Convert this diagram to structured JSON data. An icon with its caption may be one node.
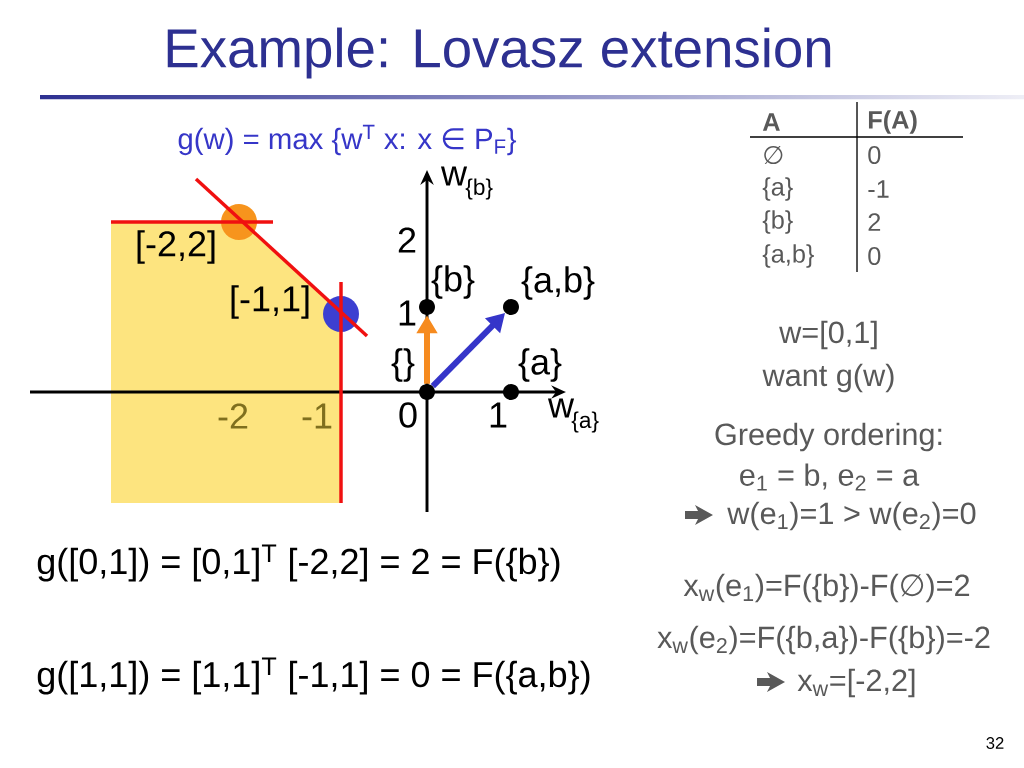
{
  "diagram": {
    "title": "Example: Lovasz extension",
    "nodes": [
      {
        "text": [],
        "shape": "circle",
        "beside": [
          "{b}"
        ]
      },
      {
        "text": [],
        "shape": "circle",
        "beside": [
          "{a,b}"
        ]
      },
      {
        "text": [],
        "shape": "circle",
        "beside": [
          "{}"
        ]
      },
      {
        "text": [],
        "shape": "circle",
        "beside": [
          "{a}"
        ]
      }
    ],
    "edges": [
      {
        "from": 2,
        "to": 0,
        "arrow": "to",
        "color": "#f68b1f"
      },
      {
        "from": 2,
        "to": 1,
        "arrow": "to",
        "color": "#3535c9"
      }
    ],
    "labels": [
      "g(w) = max {w$^{T}$ x: x ∈ P$_{F}$}",
      "w",
      "{b}",
      "[-2,2]",
      "2",
      "[-1,1]",
      "1",
      "-2",
      "-1",
      "0",
      "1",
      "w",
      "{a}",
      "g([0,1]) = [0,1]$^{T}$ [-2,2] = 2 = F({b})",
      "g([1,1]) = [1,1]$^{T}$ [-1,1] = 0 = F({a,b})",
      "A",
      "F(A)",
      "∅",
      "0",
      "{a}",
      "-1",
      "{b}",
      "2",
      "{a,b}",
      "0",
      "w=[0,1]",
      "want g(w)",
      "Greedy ordering:",
      "e$_{1}$ = b, e$_{2}$ = a",
      "w(e$_{1}$)=1 > w(e$_{2}$)=0",
      "x$_{w}$(e$_{1}$)=F({b})-F(∅)=2",
      "x$_{w}$(e$_{2}$)=F({b,a})-F({b})=-2",
      "x$_{w}$=[-2,2]",
      "32"
    ]
  }
}
